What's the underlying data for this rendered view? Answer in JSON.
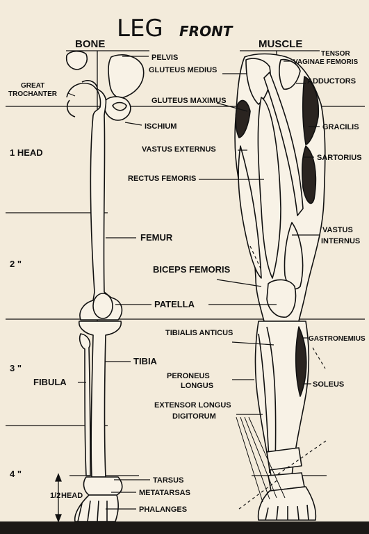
{
  "title": {
    "main": "LEG",
    "sub": "FRONT"
  },
  "columns": {
    "bone": "BONE",
    "muscle": "MUSCLE"
  },
  "scale": {
    "head1": "1 HEAD",
    "head2": "2 \"",
    "head3": "3 \"",
    "head4": "4 \"",
    "half_a": "1/2",
    "half_b": "HEAD"
  },
  "labels": {
    "pelvis": "PELVIS",
    "gluteus_medius": "GLUTEUS MEDIUS",
    "tensor": "TENSOR",
    "vaginae_femoris": "VAGINAE FEMORIS",
    "adductors": "ADDUCTORS",
    "great": "GREAT",
    "trochanter": "TROCHANTER",
    "gluteus_maximus": "GLUTEUS MAXIMUS",
    "ischium": "ISCHIUM",
    "gracilis": "GRACILIS",
    "vastus_externus": "VASTUS EXTERNUS",
    "sartorius": "SARTORIUS",
    "rectus_femoris": "RECTUS FEMORIS",
    "femur": "FEMUR",
    "vastus": "VASTUS",
    "internus": "INTERNUS",
    "biceps_femoris": "BICEPS FEMORIS",
    "patella": "PATELLA",
    "tibialis_anticus": "TIBIALIS ANTICUS",
    "gastronemius": "GASTRONEMIUS",
    "tibia": "TIBIA",
    "peroneus": "PERONEUS",
    "longus": "LONGUS",
    "fibula": "FIBULA",
    "soleus": "SOLEUS",
    "extensor_longus": "EXTENSOR LONGUS",
    "digitorum": "DIGITORUM",
    "tarsus": "TARSUS",
    "metatarsas": "METATARSAS",
    "phalanges": "PHALANGES"
  }
}
